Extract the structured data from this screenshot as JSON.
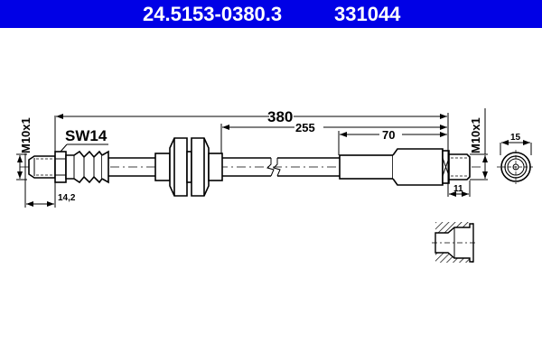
{
  "header": {
    "part_number": "24.5153-0380.3",
    "ref_number": "331044",
    "background_color": "#0000e6",
    "text_color": "#ffffff"
  },
  "drawing": {
    "total_length": "380",
    "length_to_sleeve": "255",
    "crimp_length": "70",
    "left_thread": "M10x1",
    "right_thread": "M10x1",
    "wrench_size": "SW14",
    "left_thread_length": "14,2",
    "right_thread_length": "11",
    "end_view_diameter": "15"
  }
}
